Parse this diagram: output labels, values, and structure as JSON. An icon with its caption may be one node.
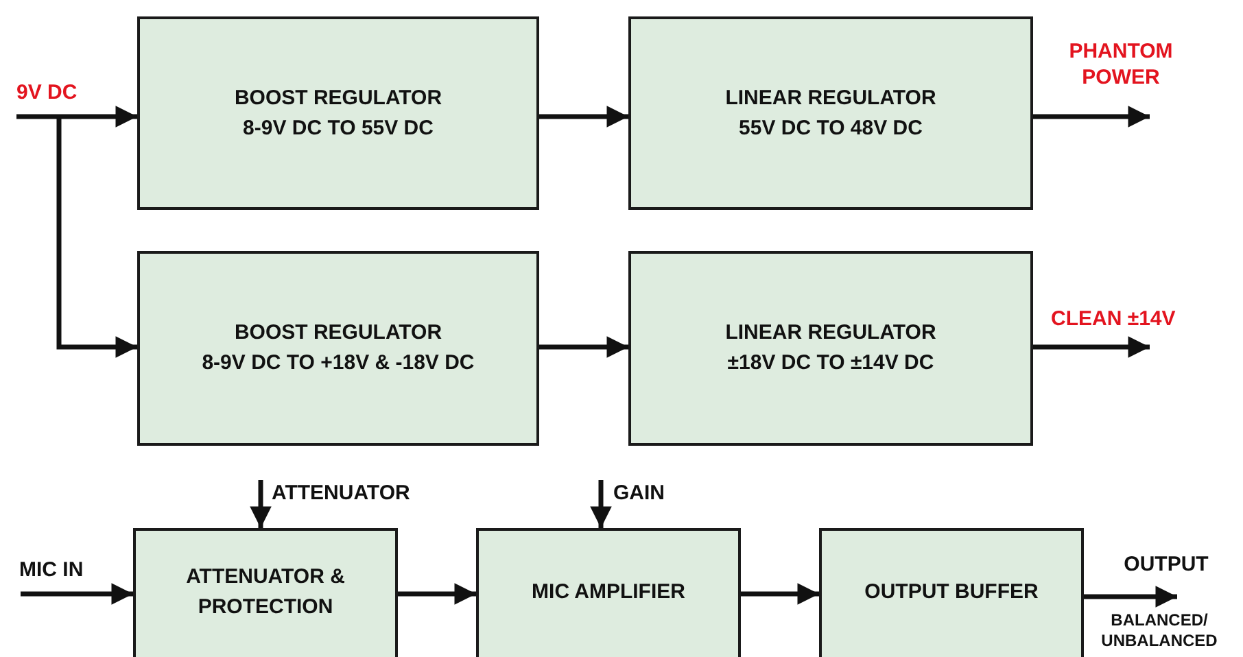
{
  "diagram": {
    "nodes": [
      {
        "text": [
          "9V DC"
        ]
      },
      {
        "text": [
          "BOOST REGULATOR",
          "8-9V DC TO 55V DC"
        ]
      },
      {
        "text": [
          "LINEAR REGULATOR",
          "55V DC TO 48V DC"
        ]
      },
      {
        "text": [
          "PHANTOM POWER"
        ]
      },
      {
        "text": [
          "BOOST REGULATOR",
          "8-9V DC TO +18V & -18V DC"
        ]
      },
      {
        "text": [
          "LINEAR REGULATOR",
          "±18V DC TO ±14V DC"
        ]
      },
      {
        "text": [
          "CLEAN ±14V"
        ]
      },
      {
        "text": [
          "ATTENUATOR"
        ]
      },
      {
        "text": [
          "GAIN"
        ]
      },
      {
        "text": [
          "MIC IN"
        ]
      },
      {
        "text": [
          "ATTENUATOR & PROTECTION"
        ]
      },
      {
        "text": [
          "MIC AMPLIFIER"
        ]
      },
      {
        "text": [
          "OUTPUT BUFFER"
        ]
      },
      {
        "text": [
          "OUTPUT"
        ]
      }
    ],
    "labels": [
      "BALANCED/ UNBALANCED"
    ],
    "edges": [
      {
        "from": 0,
        "to": 1,
        "arrow": "to"
      },
      {
        "from": 0,
        "to": 4,
        "arrow": "to"
      },
      {
        "from": 1,
        "to": 2,
        "arrow": "to"
      },
      {
        "from": 2,
        "to": 3,
        "arrow": "to"
      },
      {
        "from": 4,
        "to": 5,
        "arrow": "to"
      },
      {
        "from": 5,
        "to": 6,
        "arrow": "to"
      },
      {
        "from": 9,
        "to": 10,
        "arrow": "to"
      },
      {
        "from": 7,
        "to": 10,
        "arrow": "to"
      },
      {
        "from": 10,
        "to": 11,
        "arrow": "to"
      },
      {
        "from": 8,
        "to": 11,
        "arrow": "to"
      },
      {
        "from": 11,
        "to": 12,
        "arrow": "to"
      },
      {
        "from": 12,
        "to": 13,
        "arrow": "to"
      }
    ]
  }
}
